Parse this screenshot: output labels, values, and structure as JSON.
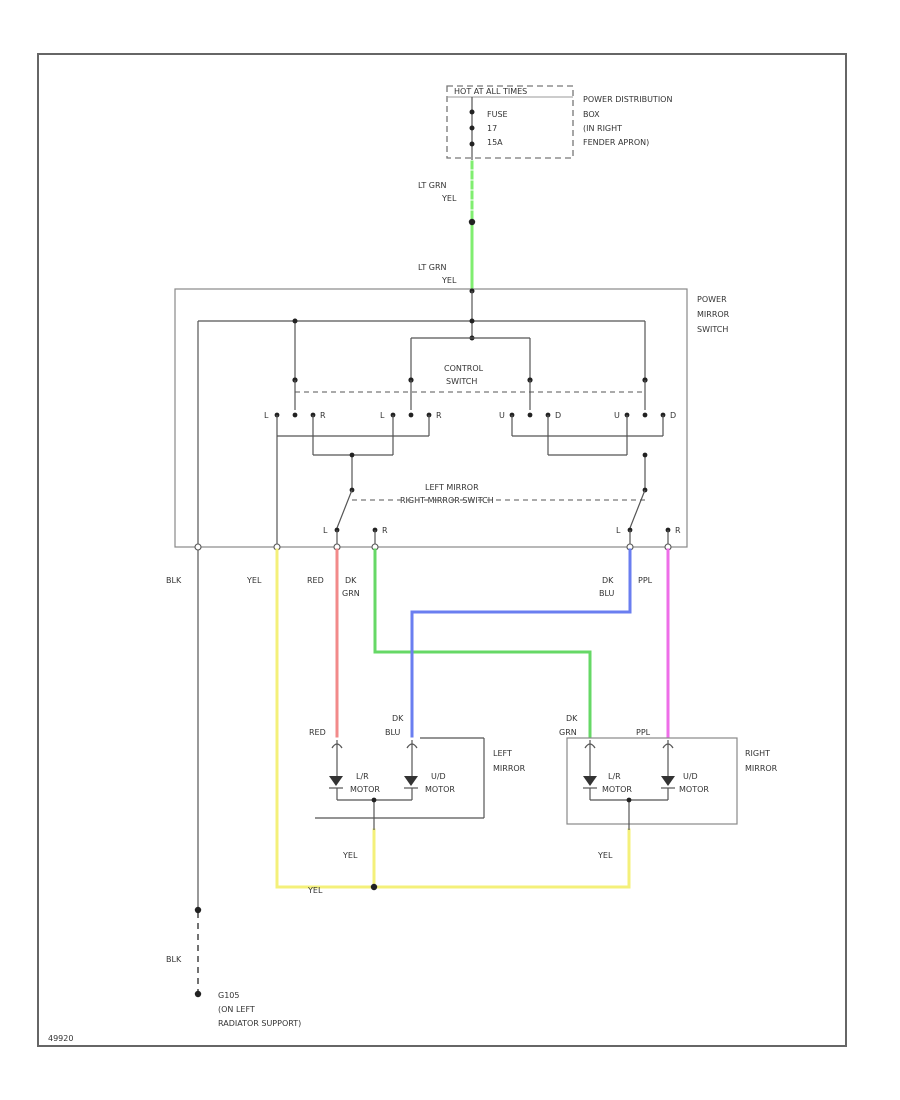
{
  "labels": {
    "hot": "HOT AT ALL TIMES",
    "fuse": [
      "FUSE",
      "17",
      "15A"
    ],
    "pdb": [
      "POWER DISTRIBUTION",
      "BOX",
      "(IN RIGHT",
      "FENDER APRON)"
    ],
    "pdb_wire": [
      "LT GRN",
      "YEL"
    ],
    "switch_wire": [
      "LT GRN",
      "YEL"
    ],
    "power_mirror_switch": [
      "POWER",
      "MIRROR",
      "SWITCH"
    ],
    "control_switch": [
      "CONTROL",
      "SWITCH"
    ],
    "selector": [
      "LEFT MIRROR",
      "RIGHT MIRROR SWITCH"
    ],
    "pin_letters": [
      "L",
      "R",
      "L",
      "R",
      "U",
      "D",
      "U",
      "D",
      "L",
      "R",
      "L",
      "R"
    ],
    "wire_blk": "BLK",
    "wire_yel": "YEL",
    "wire_red": "RED",
    "wire_dkgrn": [
      "DK",
      "GRN"
    ],
    "wire_dkblu": [
      "DK",
      "BLU"
    ],
    "wire_ppl": "PPL",
    "lm_red": "RED",
    "lm_dkblu": [
      "DK",
      "BLU"
    ],
    "rm_dkgrn": [
      "DK",
      "GRN"
    ],
    "rm_ppl": "PPL",
    "left_mirror": [
      "LEFT",
      "MIRROR"
    ],
    "right_mirror": [
      "RIGHT",
      "MIRROR"
    ],
    "lr_motor": [
      "L/R",
      "MOTOR"
    ],
    "ud_motor": [
      "U/D",
      "MOTOR"
    ],
    "yel_left": "YEL",
    "yel_right": "YEL",
    "yel_bottom": "YEL",
    "ground_wire": "BLK",
    "ground": [
      "G105",
      "(ON LEFT",
      "RADIATOR SUPPORT)"
    ],
    "figure_id": "49920"
  },
  "colors": {
    "lt_grn": "#80ee70",
    "yellow": "#f4f07a",
    "red": "#f28a8a",
    "dk_grn": "#66d866",
    "dk_blu": "#6a7ef0",
    "purple": "#ee6ee8"
  }
}
